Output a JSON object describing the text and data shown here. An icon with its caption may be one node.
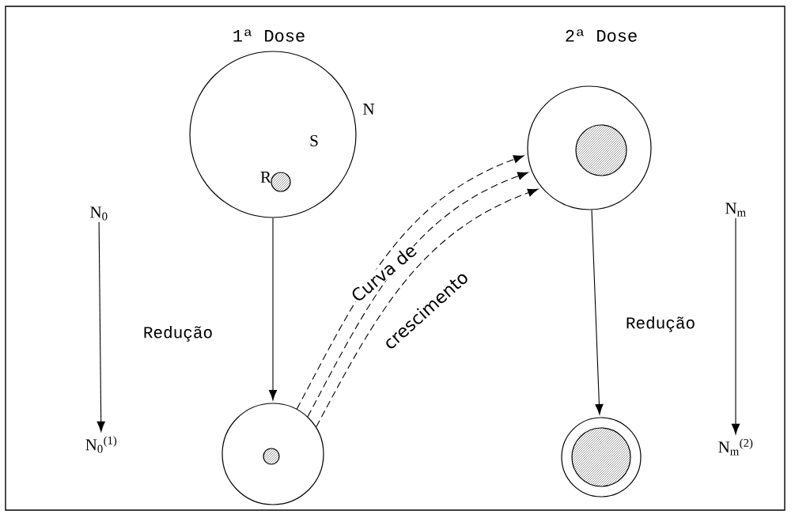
{
  "diagram": {
    "nodes": [
      {
        "text": [],
        "shape": "circle",
        "beside": [
          "1ª Dose"
        ]
      },
      {
        "text": [],
        "shape": "circle",
        "in": 0
      },
      {
        "text": [],
        "shape": "circle",
        "beside": [
          "2ª Dose"
        ]
      },
      {
        "text": [],
        "shape": "circle",
        "in": 2
      },
      {
        "text": [
          "N$_{0}$"
        ]
      },
      {
        "text": [
          "N$_{m}$"
        ]
      },
      {
        "text": [],
        "shape": "circle"
      },
      {
        "text": [],
        "shape": "circle",
        "in": 6
      },
      {
        "text": [],
        "shape": "circle"
      },
      {
        "text": [],
        "shape": "circle",
        "in": 8
      },
      {
        "text": [
          "N$_{0}$$^{(1)}$"
        ]
      },
      {
        "text": [
          "N$_{m}$$^{(2)}$"
        ]
      }
    ],
    "edges": [
      {
        "from": 0,
        "to": 6,
        "arrow": "to"
      },
      {
        "from": 2,
        "to": 8,
        "arrow": "to"
      },
      {
        "from": 4,
        "to": 10,
        "arrow": "to"
      },
      {
        "from": 5,
        "to": 11,
        "arrow": "to"
      },
      {
        "from": 6,
        "to": 2,
        "arrow": "to",
        "style": "dashed",
        "label": "Curva de"
      },
      {
        "from": 6,
        "to": 2,
        "arrow": "to",
        "style": "dashed"
      },
      {
        "from": 6,
        "to": 2,
        "arrow": "to",
        "style": "dashed",
        "label": "crescimento"
      }
    ],
    "labels": [
      "N",
      "S",
      "R",
      "Redução",
      "Redução"
    ]
  }
}
